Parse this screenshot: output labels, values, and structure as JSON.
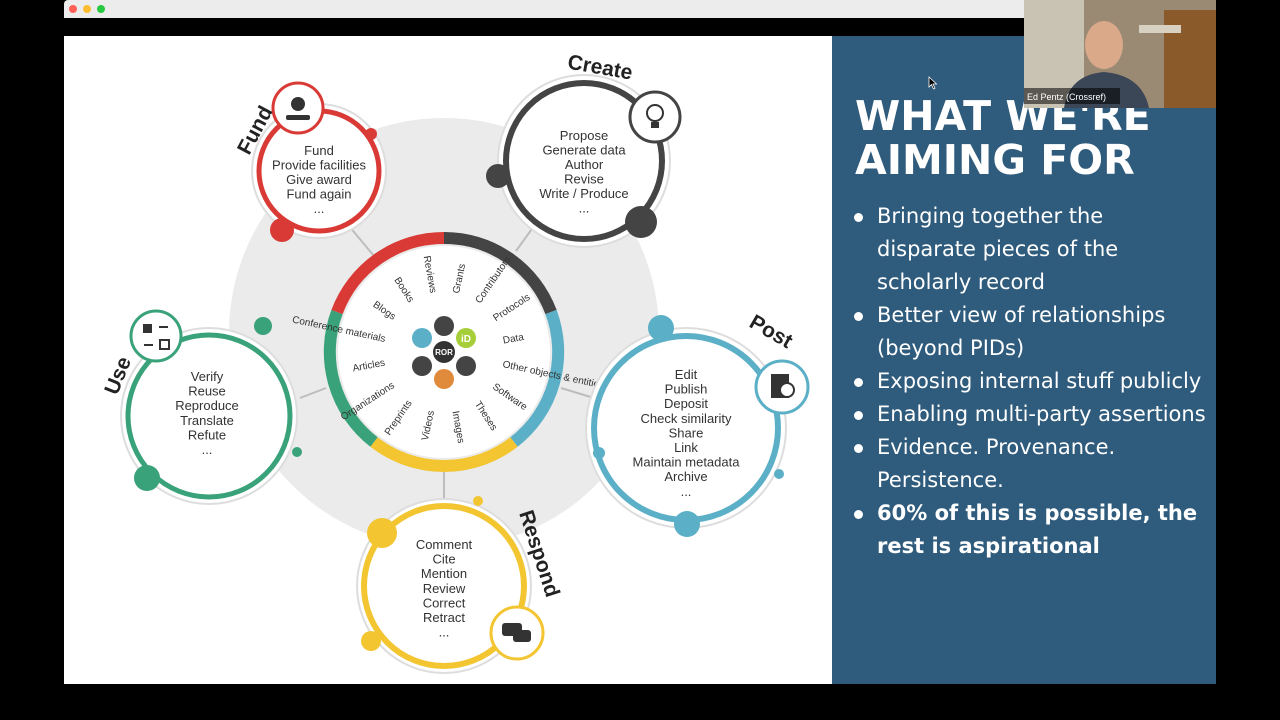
{
  "window": {
    "colors": {
      "close": "#ff5f57",
      "minimize": "#febc2e",
      "maximize": "#28c840"
    }
  },
  "slide": {
    "title_line1": "WHAT WE'RE",
    "title_line2": "AIMING FOR",
    "bullets": [
      "Bringing together the disparate pieces of the scholarly record",
      "Better view of relationships (beyond PIDs)",
      "Exposing internal stuff publicly",
      "Enabling multi-party assertions",
      "Evidence. Provenance. Persistence.",
      "60% of this is possible, the rest is aspirational"
    ],
    "panel_color": "#2f5b7d"
  },
  "diagram": {
    "fund": {
      "label": "Fund",
      "color": "#d93a35",
      "items": [
        "Fund",
        "Provide facilities",
        "Give award",
        "Fund again",
        "..."
      ],
      "icon": "money-hand-icon"
    },
    "create": {
      "label": "Create",
      "color": "#444444",
      "items": [
        "Propose",
        "Generate data",
        "Author",
        "Revise",
        "Write / Produce",
        "..."
      ],
      "icon": "lightbulb-icon"
    },
    "post": {
      "label": "Post",
      "color": "#5bafc7",
      "items": [
        "Edit",
        "Publish",
        "Deposit",
        "Check similarity",
        "Share",
        "Link",
        "Maintain metadata",
        "Archive",
        "..."
      ],
      "icon": "document-globe-icon"
    },
    "respond": {
      "label": "Respond",
      "color": "#f2c531",
      "items": [
        "Comment",
        "Cite",
        "Mention",
        "Review",
        "Correct",
        "Retract",
        "..."
      ],
      "icon": "chat-bubbles-icon"
    },
    "use": {
      "label": "Use",
      "color": "#3aa27a",
      "items": [
        "Verify",
        "Reuse",
        "Reproduce",
        "Translate",
        "Refute",
        "..."
      ],
      "icon": "shapes-swap-icon"
    },
    "hub": {
      "spokes": [
        "Grants",
        "Contributors",
        "Protocols",
        "Data",
        "Other objects & entities...",
        "Software",
        "Theses",
        "Images",
        "Videos",
        "Preprints",
        "Organizations",
        "Articles",
        "Conference materials",
        "Blogs",
        "Books",
        "Reviews"
      ],
      "center": [
        "ROR",
        "iD"
      ]
    }
  },
  "webcam": {
    "participant_name": "Ed Pentz (Crossref)"
  }
}
